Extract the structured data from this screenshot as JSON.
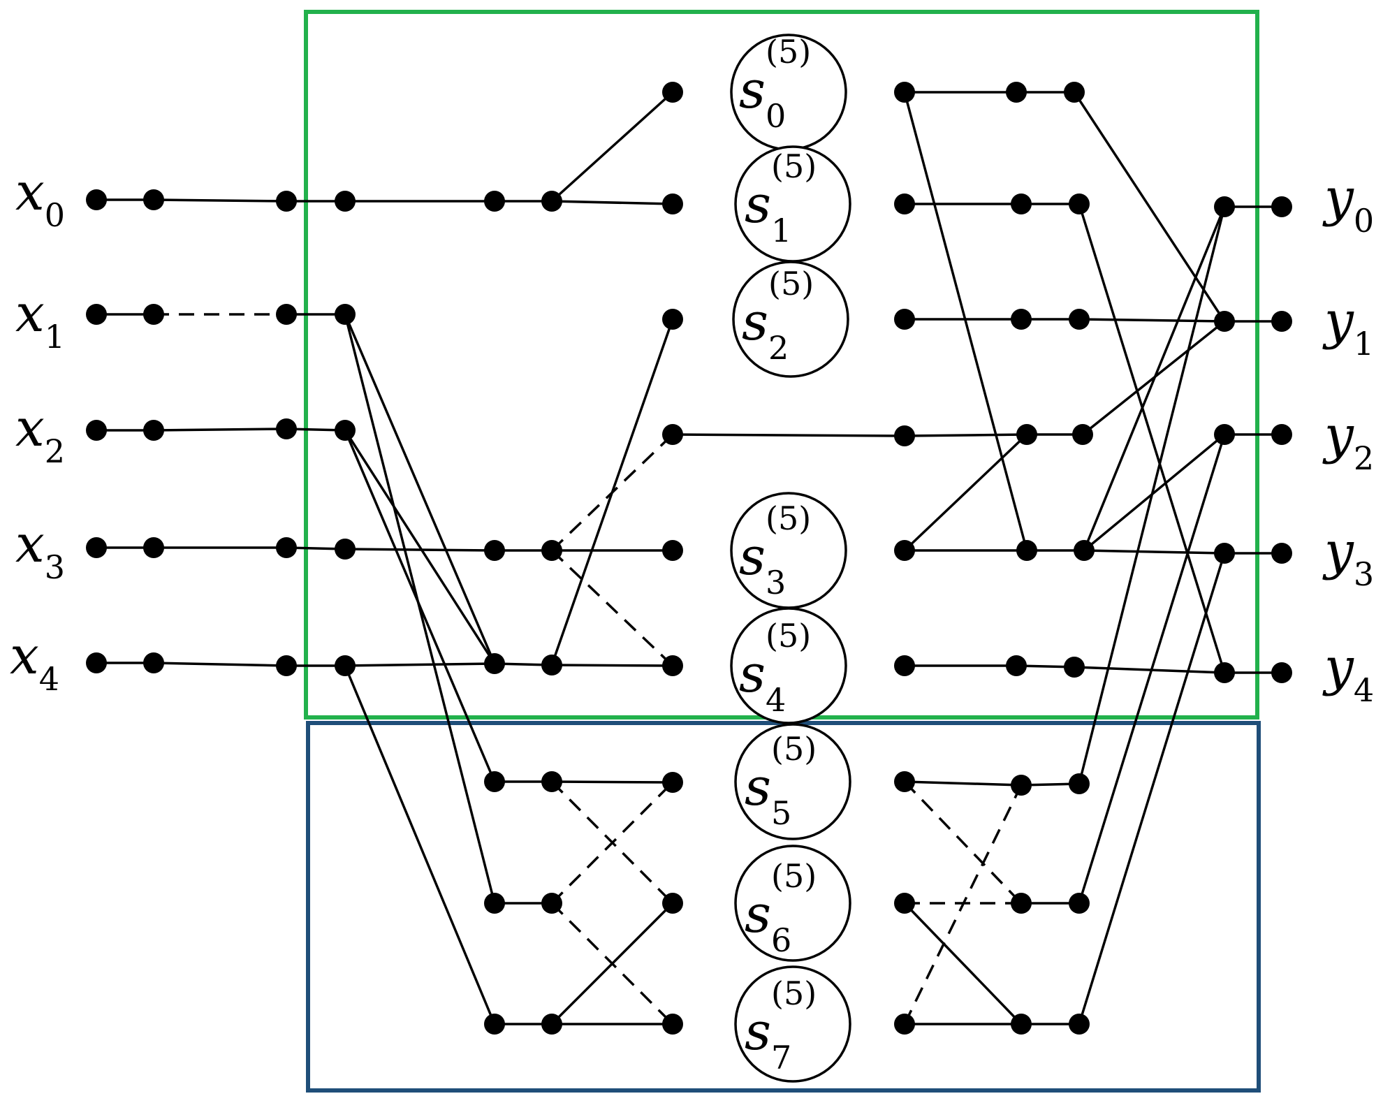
{
  "inputs": [
    {
      "base": "x",
      "sub": "0"
    },
    {
      "base": "x",
      "sub": "1"
    },
    {
      "base": "x",
      "sub": "2"
    },
    {
      "base": "x",
      "sub": "3"
    },
    {
      "base": "x",
      "sub": "4"
    }
  ],
  "outputs": [
    {
      "base": "y",
      "sub": "0"
    },
    {
      "base": "y",
      "sub": "1"
    },
    {
      "base": "y",
      "sub": "2"
    },
    {
      "base": "y",
      "sub": "3"
    },
    {
      "base": "y",
      "sub": "4"
    }
  ],
  "switches": [
    {
      "base": "s",
      "sub": "0",
      "sup": "(5)"
    },
    {
      "base": "s",
      "sub": "1",
      "sup": "(5)"
    },
    {
      "base": "s",
      "sub": "2",
      "sup": "(5)"
    },
    {
      "base": "s",
      "sub": "3",
      "sup": "(5)"
    },
    {
      "base": "s",
      "sub": "4",
      "sup": "(5)"
    },
    {
      "base": "s",
      "sub": "5",
      "sup": "(5)"
    },
    {
      "base": "s",
      "sub": "6",
      "sup": "(5)"
    },
    {
      "base": "s",
      "sub": "7",
      "sup": "(5)"
    }
  ],
  "colors": {
    "top_box": "#22b14c",
    "bottom_box": "#1f4e79",
    "line": "#000000"
  }
}
